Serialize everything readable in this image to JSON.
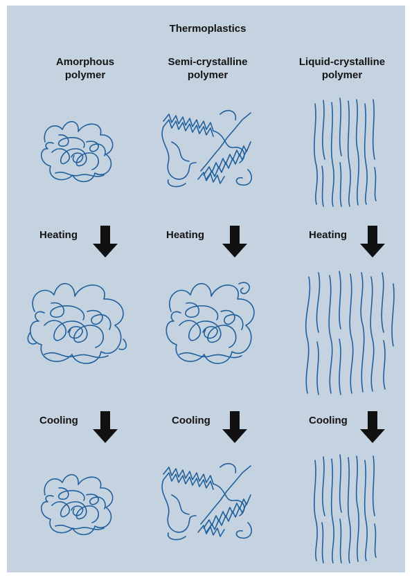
{
  "title": "Thermoplastics",
  "columns": [
    {
      "heading_line1": "Amorphous",
      "heading_line2": "polymer"
    },
    {
      "heading_line1": "Semi-crystalline",
      "heading_line2": "polymer"
    },
    {
      "heading_line1": "Liquid-crystalline",
      "heading_line2": "polymer"
    }
  ],
  "steps": {
    "heating": "Heating",
    "cooling": "Cooling"
  },
  "colors": {
    "background": "#c5d3e1",
    "chain": "#1f5f9c",
    "arrow": "#111111",
    "text": "#141414"
  },
  "icons": [
    "down-arrow-icon"
  ]
}
